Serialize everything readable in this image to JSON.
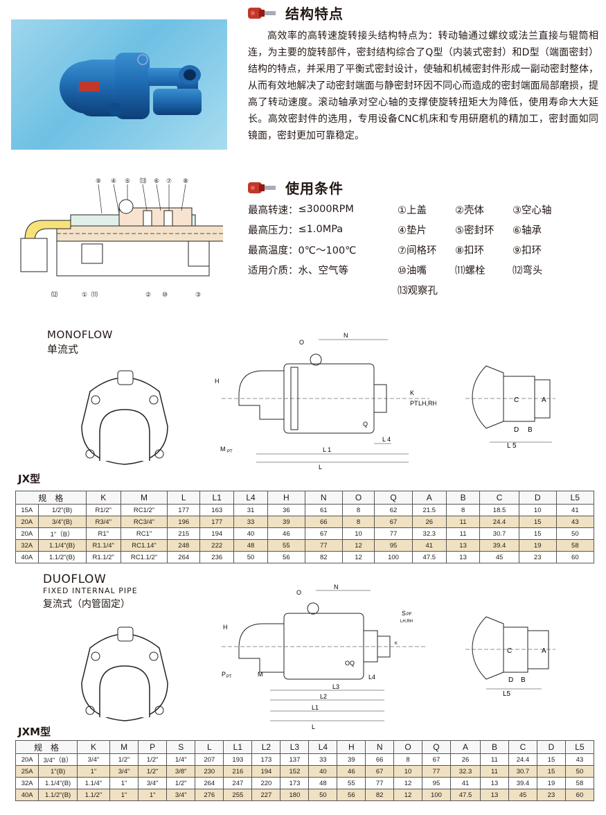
{
  "sections": {
    "features": {
      "title": "结构特点",
      "text": "高效率的高转速旋转接头结构特点为：转动轴通过螺纹或法兰直接与辊筒相连，为主要的旋转部件，密封结构综合了Q型（内装式密封）和D型（端面密封）结构的特点，并采用了平衡式密封设计，使轴和机械密封件形成一副动密封整体，从而有效地解决了动密封端面与静密封环因不同心而造成的密封端面局部磨损，提高了转动速度。滚动轴承对空心轴的支撑使旋转扭矩大为降低，使用寿命大大延长。高效密封件的选用，专用设备CNC机床和专用研磨机的精加工，密封面如同镜面，密封更加可靠稳定。"
    },
    "conditions": {
      "title": "使用条件",
      "rows": [
        {
          "label": "最高转速：",
          "value": "≤3000RPM"
        },
        {
          "label": "最高压力：",
          "value": "≤1.0MPa"
        },
        {
          "label": "最高温度：",
          "value": "0℃～100℃"
        },
        {
          "label": "适用介质：",
          "value": "水、空气等"
        }
      ],
      "parts": [
        "①上盖",
        "②壳体",
        "③空心轴",
        "④垫片",
        "⑤密封环",
        "⑥轴承",
        "⑦间格环",
        "⑧扣环",
        "⑨扣环",
        "⑩油嘴",
        "⑾螺栓",
        "⑿弯头",
        "⒀观察孔"
      ]
    }
  },
  "diagram_labels": {
    "main_top": [
      "⑨",
      "④",
      "⑤",
      "⒀",
      "⑥",
      "⑦",
      "⑧"
    ],
    "main_bottom": [
      "⑿",
      "①",
      "⑾",
      "②",
      "⑩",
      "③"
    ],
    "dims_mono": {
      "O": "O",
      "N": "N",
      "H": "H",
      "K": "K",
      "PT": "PT",
      "LHRH": "LH,RH",
      "Q": "Q",
      "L4": "L 4",
      "L1": "L 1",
      "L": "L",
      "M": "M",
      "MPT": "PT",
      "C": "C",
      "A": "A",
      "D": "D",
      "B": "B",
      "L5": "L 5"
    },
    "dims_duo": {
      "O": "O",
      "N": "N",
      "H": "H",
      "S": "S",
      "SPF": "PF",
      "LHRH": "LH,RH",
      "K": "K",
      "OQ": "OQ",
      "L4": "L4",
      "L3": "L3",
      "L2": "L2",
      "L1": "L1",
      "L": "L",
      "P": "P",
      "M": "M",
      "PT": "PT",
      "C": "C",
      "A": "A",
      "D": "D",
      "B": "B",
      "L5": "L5"
    }
  },
  "mono": {
    "title_en": "MONOFLOW",
    "title_cn": "单流式",
    "model": "JX型",
    "headers": [
      "规　格",
      "K",
      "M",
      "L",
      "L1",
      "L4",
      "H",
      "N",
      "O",
      "Q",
      "A",
      "B",
      "C",
      "D",
      "L5"
    ],
    "rows": [
      [
        "15A",
        "1/2\"(B)",
        "R1/2\"",
        "RC1/2\"",
        "177",
        "163",
        "31",
        "36",
        "61",
        "8",
        "62",
        "21.5",
        "8",
        "18.5",
        "10",
        "41"
      ],
      [
        "20A",
        "3/4\"(B)",
        "R3/4\"",
        "RC3/4\"",
        "196",
        "177",
        "33",
        "39",
        "66",
        "8",
        "67",
        "26",
        "11",
        "24.4",
        "15",
        "43"
      ],
      [
        "20A",
        "1\"（B）",
        "R1\"",
        "RC1\"",
        "215",
        "194",
        "40",
        "46",
        "67",
        "10",
        "77",
        "32.3",
        "11",
        "30.7",
        "15",
        "50"
      ],
      [
        "32A",
        "1.1/4\"(B)",
        "R1.1/4\"",
        "RC1.14\"",
        "248",
        "222",
        "48",
        "55",
        "77",
        "12",
        "95",
        "41",
        "13",
        "39.4",
        "19",
        "58"
      ],
      [
        "40A",
        "1.1/2\"(B)",
        "R1.1/2\"",
        "RC1.1/2\"",
        "264",
        "236",
        "50",
        "56",
        "82",
        "12",
        "100",
        "47.5",
        "13",
        "45",
        "23",
        "60"
      ]
    ]
  },
  "duo": {
    "title_en": "DUOFLOW",
    "subtitle": "FIXED INTERNAL PIPE",
    "title_cn": "复流式（内管固定）",
    "model": "JXM型",
    "headers": [
      "规　格",
      "K",
      "M",
      "P",
      "S",
      "L",
      "L1",
      "L2",
      "L3",
      "L4",
      "H",
      "N",
      "O",
      "Q",
      "A",
      "B",
      "C",
      "D",
      "L5"
    ],
    "rows": [
      [
        "20A",
        "3/4\"（B）",
        "3/4\"",
        "1/2\"",
        "1/2\"",
        "1/4\"",
        "207",
        "193",
        "173",
        "137",
        "33",
        "39",
        "66",
        "8",
        "67",
        "26",
        "11",
        "24.4",
        "15",
        "43"
      ],
      [
        "25A",
        "1\"(B)",
        "1\"",
        "3/4\"",
        "1/2\"",
        "3/8\"",
        "230",
        "216",
        "194",
        "152",
        "40",
        "46",
        "67",
        "10",
        "77",
        "32.3",
        "11",
        "30.7",
        "15",
        "50"
      ],
      [
        "32A",
        "1.1/4\"(B)",
        "1.1/4\"",
        "1\"",
        "3/4\"",
        "1/2\"",
        "264",
        "247",
        "220",
        "173",
        "48",
        "55",
        "77",
        "12",
        "95",
        "41",
        "13",
        "39.4",
        "19",
        "58"
      ],
      [
        "40A",
        "1.1/2\"(B)",
        "1.1/2\"",
        "1\"",
        "1\"",
        "3/4\"",
        "276",
        "255",
        "227",
        "180",
        "50",
        "56",
        "82",
        "12",
        "100",
        "47.5",
        "13",
        "45",
        "23",
        "60"
      ]
    ]
  }
}
